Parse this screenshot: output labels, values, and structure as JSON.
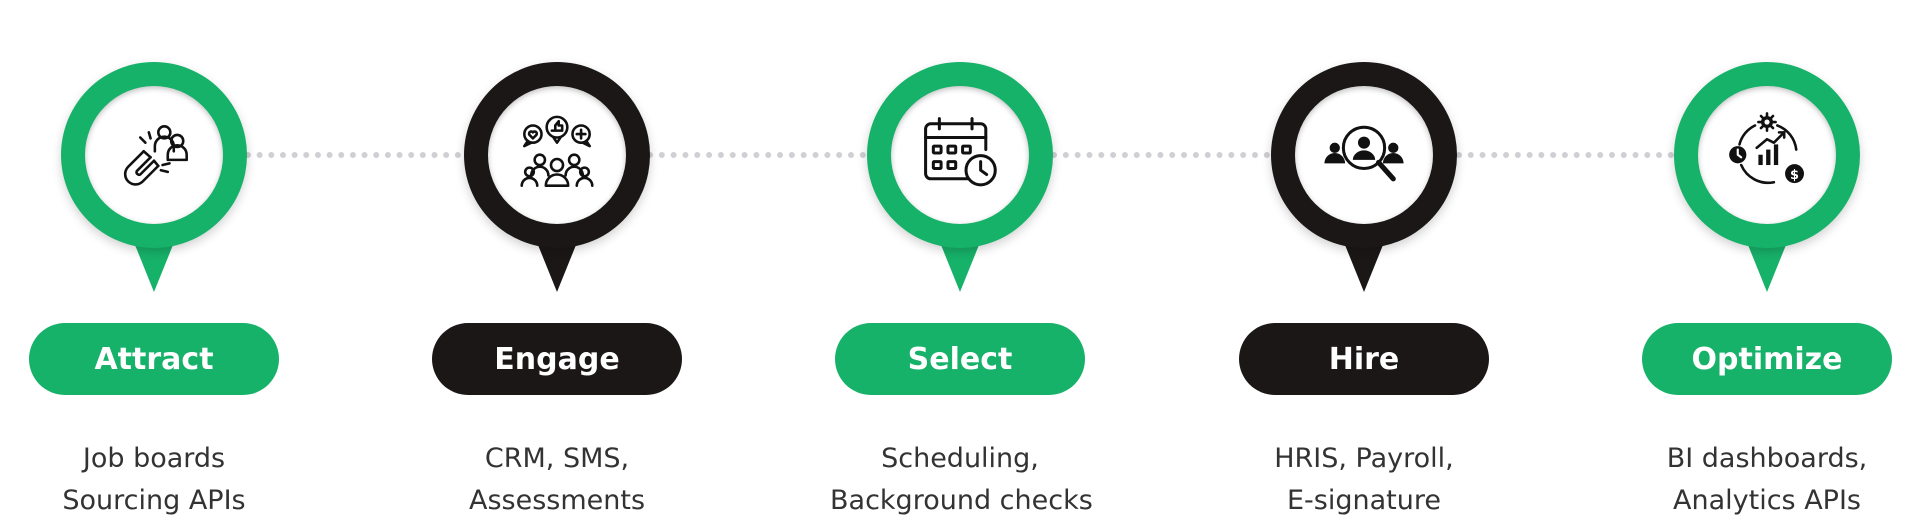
{
  "colors": {
    "green": "#17b26a",
    "black": "#1c1717",
    "dots": "#cfcfd4",
    "text": "#333333"
  },
  "steps": [
    {
      "title": "Attract",
      "desc_lines": [
        "Job boards",
        "Sourcing APIs"
      ],
      "icon": "magnet-people-icon",
      "theme": "green"
    },
    {
      "title": "Engage",
      "desc_lines": [
        "CRM, SMS,",
        "Assessments"
      ],
      "icon": "social-engagement-icon",
      "theme": "black"
    },
    {
      "title": "Select",
      "desc_lines": [
        "Scheduling,",
        "Background checks"
      ],
      "icon": "calendar-clock-icon",
      "theme": "green"
    },
    {
      "title": "Hire",
      "desc_lines": [
        "HRIS, Payroll,",
        "E-signature"
      ],
      "icon": "candidate-search-icon",
      "theme": "black"
    },
    {
      "title": "Optimize",
      "desc_lines": [
        "BI dashboards,",
        "Analytics APIs"
      ],
      "icon": "analytics-cycle-icon",
      "theme": "green"
    }
  ]
}
